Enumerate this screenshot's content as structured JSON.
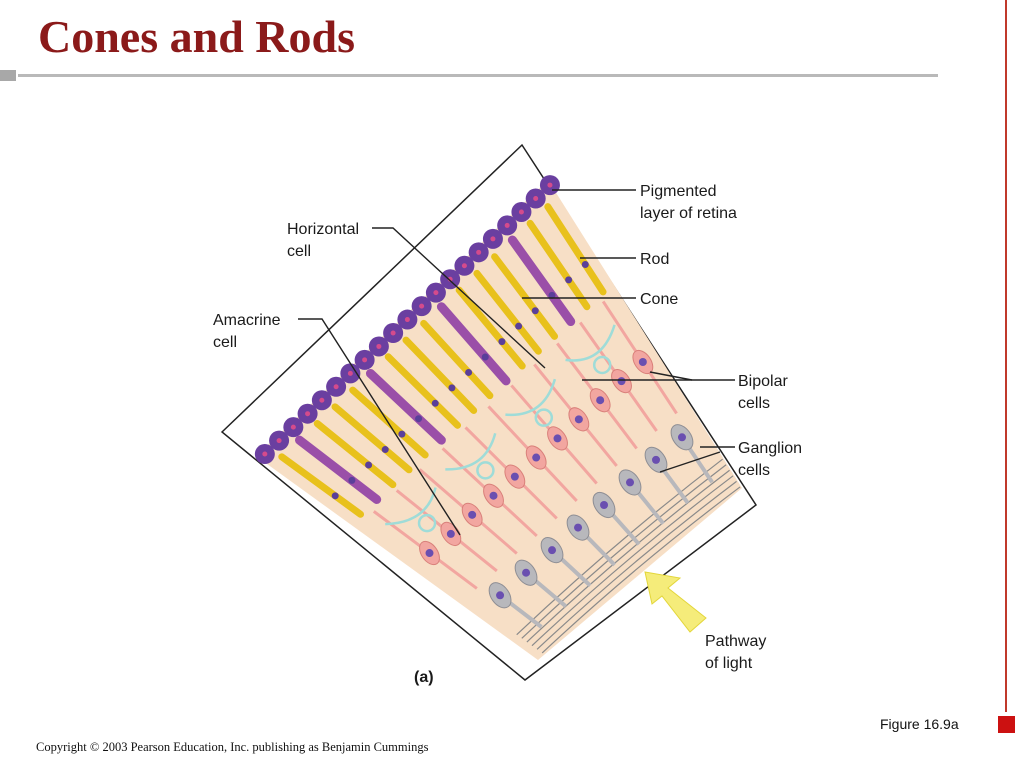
{
  "slide": {
    "title": "Cones and Rods",
    "figure_ref": "Figure 16.9a",
    "copyright": "Copyright © 2003 Pearson Education, Inc. publishing as Benjamin Cummings"
  },
  "diagram": {
    "panel_label": "(a)",
    "labels": {
      "pigmented_1": "Pigmented",
      "pigmented_2": "layer of retina",
      "rod": "Rod",
      "cone": "Cone",
      "bipolar_1": "Bipolar",
      "bipolar_2": "cells",
      "ganglion_1": "Ganglion",
      "ganglion_2": "cells",
      "pathway_1": "Pathway",
      "pathway_2": "of light",
      "horizontal_1": "Horizontal",
      "horizontal_2": "cell",
      "amacrine_1": "Amacrine",
      "amacrine_2": "cell"
    },
    "colors": {
      "pigment": "#6a3fa0",
      "rod": "#e8c11c",
      "cone": "#9a4fa8",
      "bipolar": "#f2a6a0",
      "ganglion": "#b8b8bc",
      "horizontal": "#9fdcd8",
      "background": "#f7dfc6",
      "arrow": "#f5ec7a"
    }
  }
}
